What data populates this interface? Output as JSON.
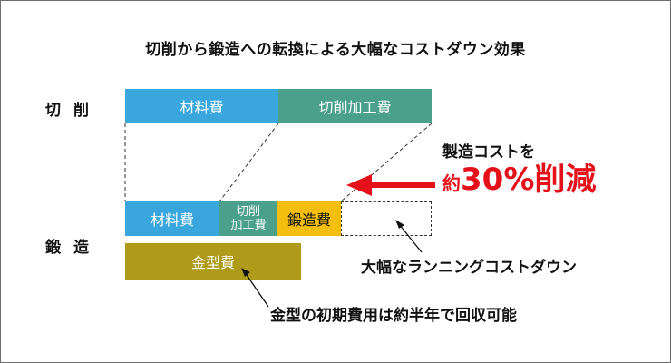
{
  "title": "切削から鍛造への転換による大幅なコストダウン効果",
  "rows": {
    "cutting": "切削",
    "forging": "鍛造"
  },
  "cutting_bar": {
    "material": "材料費",
    "machining": "切削加工費"
  },
  "forging_bar": {
    "material": "材料費",
    "machining_line1": "切削",
    "machining_line2": "加工費",
    "forging": "鍛造費"
  },
  "die_bar": "金型費",
  "reduction": {
    "line1": "製造コストを",
    "prefix": "約",
    "value": "30%削減"
  },
  "running_cost_note": "大幅なランニングコストダウン",
  "payback_note": "金型の初期費用は約半年で回収可能",
  "colors": {
    "material": "#3aa6de",
    "machining": "#4aa08a",
    "forging": "#f3be0e",
    "die": "#ad9b19",
    "accent_red": "#e5101a"
  }
}
